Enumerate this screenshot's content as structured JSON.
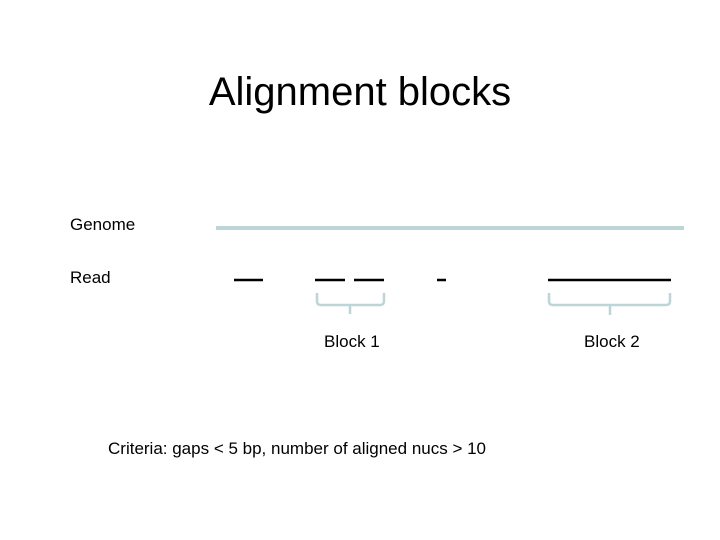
{
  "title": "Alignment blocks",
  "labels": {
    "genome": "Genome",
    "read": "Read"
  },
  "blocks": [
    {
      "label": "Block 1"
    },
    {
      "label": "Block 2"
    }
  ],
  "criteria": "Criteria: gaps < 5 bp, number of aligned nucs > 10",
  "colors": {
    "genome_line": "#bcd6d8",
    "read": "#000000",
    "brace": "#bcd6d8"
  }
}
